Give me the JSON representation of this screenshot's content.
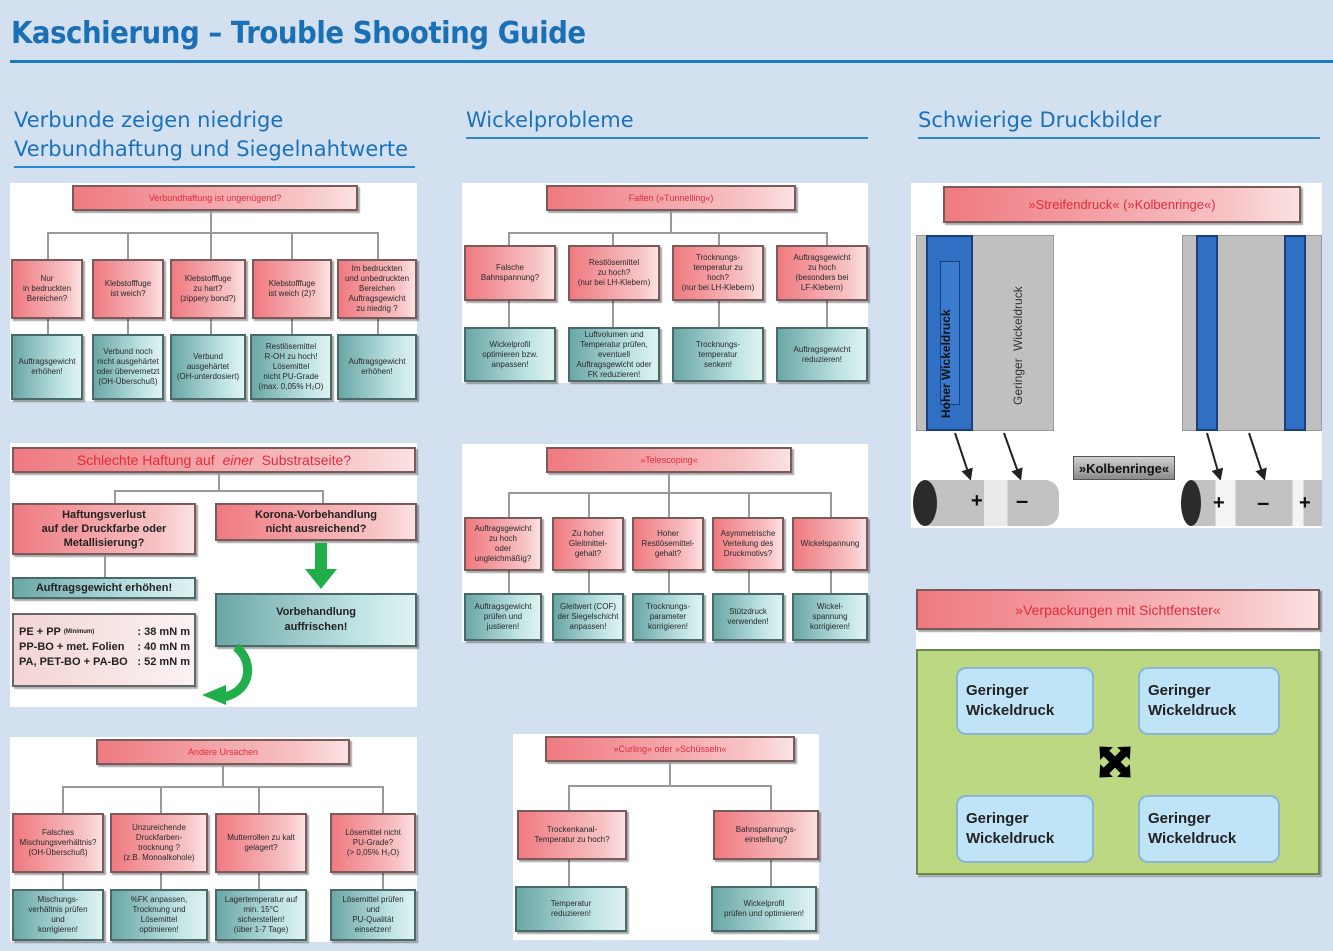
{
  "page": {
    "title": "Kaschierung – Trouble Shooting Guide",
    "sections": [
      {
        "heading_line1": "Verbunde zeigen niedrige",
        "heading_line2": "Verbundhaftung und Siegelnahtwerte"
      },
      {
        "heading_line1": "Wickelprobleme"
      },
      {
        "heading_line1": "Schwierige Druckbilder"
      }
    ]
  },
  "diagrams": {
    "verbundhaftung": {
      "title": "Verbundhaftung ist ungenügend?",
      "questions": [
        "Nur\nin bedruckten\nBereichen?",
        "Klebstofffuge\nist weich?",
        "Klebstofffuge\nzu hart?\n(zippery bond?)",
        "Klebstofffuge\nist weich (2)?",
        "Im bedruckten\nund unbedruckten\nBereichen\nAuftragsgewicht\nzu niedrig ?"
      ],
      "answers": [
        "Auftragsgewicht\nerhöhen!",
        "Verbund noch\nnicht ausgehärtet\noder übervernetzt\n(OH-Überschuß)",
        "Verbund\nausgehärtet\n(OH-unterdosiert)",
        "Restlösemittel\nR-OH zu hoch!\nLösemittel\nnicht PU-Grade\n(max. 0,05% H₂O)",
        "Auftragsgewicht\nerhöhen!"
      ]
    },
    "substratseite": {
      "title_pre": "Schlechte Haftung auf ",
      "title_em": "einer",
      "title_post": " Substratseite?",
      "q_left": "Haftungsverlust\nauf der Druckfarbe oder\nMetallisierung?",
      "q_right": "Korona-Vorbehandlung\nnicht ausreichend?",
      "a_left": "Auftragsgewicht erhöhen!",
      "a_right": "Vorbehandlung\nauffrischen!",
      "values": [
        {
          "label": "PE + PP",
          "note": "(Minimum)",
          "value": ": 38 mN m"
        },
        {
          "label": "PP-BO + met. Folien",
          "note": "",
          "value": ": 40 mN m"
        },
        {
          "label": "PA, PET-BO + PA-BO",
          "note": "",
          "value": ": 52 mN m"
        }
      ]
    },
    "andere": {
      "title": "Andere Ursachen",
      "questions": [
        "Falsches\nMischungsverhältnis?\n(OH-Überschuß)",
        "Unzureichende\nDruckfarben-\ntrocknung ?\n(z.B. Monoalkohole)",
        "Mutterrollen zu kalt\ngelagert?",
        "Lösemittel nicht\nPU-Grade?\n(> 0,05% H₂O)"
      ],
      "answers": [
        "Mischungs-\nverhältnis prüfen\nund\nkorrigieren!",
        "%FK anpassen,\nTrocknung und\nLösemittel\noptimieren!",
        "Lagertemperatur auf\nmin. 15°C\nsicherstellen!\n(über 1-7 Tage)",
        "Lösemittel prüfen\nund\nPU-Qualität\neinsetzen!"
      ]
    },
    "falten": {
      "title": "Falten (»Tunnelling«)",
      "questions": [
        "Falsche\nBahnspannung?",
        "Restlösemittel\nzu hoch?\n(nur bei LH-Klebern)",
        "Trocknungs-\ntemperatur zu\nhoch?\n(nur bei LH-Klebern)",
        "Auftragsgewicht\nzu hoch\n(besonders bei\nLF-Klebern)"
      ],
      "answers": [
        "Wickelprofil\noptimieren bzw.\nanpassen!",
        "Luftvolumen und\nTemperatur prüfen,\neventuell\nAuftragsgewicht oder\nFK reduzieren!",
        "Trocknungs-\ntemperatur\nsenken!",
        "Auftragsgewicht\nreduzieren!"
      ]
    },
    "telescoping": {
      "title": "»Telescoping«",
      "questions": [
        "Auftragsgewicht\nzu hoch\noder\nungleichmäßig?",
        "Zu hoher\nGleitmittel-\ngehalt?",
        "Hoher\nRestlösemittel-\ngehalt?",
        "Asymmetrische\nVerteilung des\nDruckmotivs?",
        "Wickelspannung"
      ],
      "answers": [
        "Auftragsgewicht\nprüfen und\njustieren!",
        "Gleitwert (COF)\nder Siegelschicht\nanpassen!",
        "Trocknungs-\nparameter\nkorrigieren!",
        "Stützdruck\nverwenden!",
        "Wickel-\nspannung\nkorrigieren!"
      ]
    },
    "curling": {
      "title": "»Curling« oder »Schüsseln«",
      "questions": [
        "Trockenkanal-\nTemperatur zu hoch?",
        "Bahnspannungs-\neinstellung?"
      ],
      "answers": [
        "Temperatur\nreduzieren!",
        "Wickelprofil\nprüfen und optimieren!"
      ]
    },
    "streifendruck": {
      "title": "»Streifendruck« (»Kolbenringe«)",
      "label_high": "Hoher Wickeldruck",
      "label_low": "Geringer Wickeldruck",
      "badge": "»Kolbenringe«",
      "roll_left_signs": [
        "+",
        "–"
      ],
      "roll_right_signs": [
        "+",
        "–",
        "+"
      ]
    },
    "sichtfenster": {
      "title": "»Verpackungen mit Sichtfenster«",
      "tiles": [
        "Geringer\nWickeldruck",
        "Geringer\nWickeldruck",
        "Geringer\nWickeldruck",
        "Geringer\nWickeldruck"
      ],
      "center_icon": "move-arrows-icon"
    }
  },
  "colors": {
    "background": "#d3e0f0",
    "title_blue": "#1a6fb5",
    "question_red": "#ef7a80",
    "answer_teal": "#6aa7a6",
    "title_red_text": "#e02c3c",
    "wickel_blue": "#2f6fc4",
    "green_panel": "#bcd882",
    "tile_blue": "#bfe3f7",
    "arrow_green": "#1fae4a"
  }
}
